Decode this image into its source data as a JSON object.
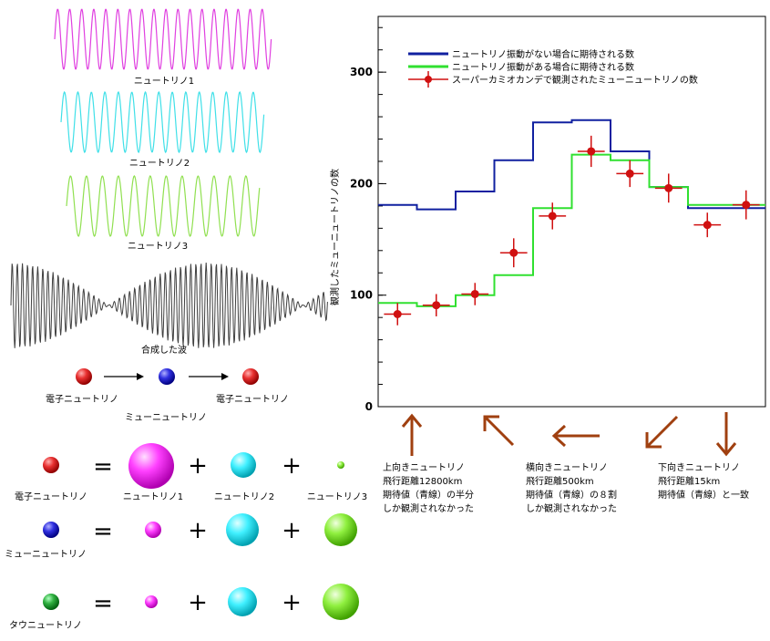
{
  "left": {
    "wave_labels": [
      "ニュートリノ1",
      "ニュートリノ2",
      "ニュートリノ3"
    ],
    "combined_label": "合成した波",
    "transition": {
      "start_label": "電子ニュートリノ",
      "end_label": "電子ニュートリノ",
      "middle_label": "ミューニュートリノ"
    },
    "equations": {
      "equals": "=",
      "plus": "+",
      "rows": [
        {
          "name": "電子ニュートリノ",
          "color": "#e02020",
          "weights": [
            1.0,
            0.55,
            0.12
          ]
        },
        {
          "name": "ミューニュートリノ",
          "color": "#2020c0",
          "weights": [
            0.22,
            0.7,
            0.68
          ]
        },
        {
          "name": "タウニュートリノ",
          "color": "#20a040",
          "weights": [
            0.18,
            0.62,
            0.82
          ]
        }
      ],
      "component_labels": [
        "ニュートリノ1",
        "ニュートリノ2",
        "ニュートリノ3"
      ],
      "component_colors": [
        "#ff20ff",
        "#20e0f0",
        "#80f020"
      ]
    }
  },
  "chart_data": {
    "type": "line",
    "ylabel": "観測したミューニュートリノの数",
    "ylim": [
      0,
      350
    ],
    "yticks": [
      0,
      100,
      200,
      300
    ],
    "xlim": [
      0,
      10
    ],
    "series": [
      {
        "name": "ニュートリノ振動がない場合に期待される数",
        "color": "#1020a0",
        "step_edges": [
          0,
          1,
          2,
          3,
          4,
          5,
          6,
          7,
          8,
          10
        ],
        "step_values": [
          181,
          177,
          193,
          221,
          255,
          257,
          229,
          197,
          178
        ]
      },
      {
        "name": "ニュートリノ振動がある場合に期待される数",
        "color": "#30e030",
        "step_edges": [
          0,
          1,
          2,
          3,
          4,
          5,
          6,
          7,
          8,
          10
        ],
        "step_values": [
          93,
          90,
          100,
          118,
          178,
          226,
          221,
          197,
          181
        ]
      },
      {
        "name": "スーパーカミオカンデで観測されたミューニュートリノの数",
        "color": "#d01010",
        "x": [
          0.5,
          1.5,
          2.5,
          3.5,
          4.5,
          5.5,
          6.5,
          7.5,
          8.5,
          9.5
        ],
        "y": [
          83,
          91,
          101,
          138,
          171,
          229,
          209,
          196,
          163,
          181
        ],
        "yerr": [
          10,
          10,
          10,
          13,
          12,
          14,
          12,
          13,
          11,
          13
        ]
      }
    ]
  },
  "annotations": [
    {
      "direction": "up",
      "lines": [
        "上向きニュートリノ",
        "飛行距離12800km",
        "期待値（青線）の半分",
        "しか観測されなかった"
      ]
    },
    {
      "direction": "diagonal-up",
      "lines": []
    },
    {
      "direction": "left",
      "lines": [
        "横向きニュートリノ",
        "飛行距離500km",
        "期待値（青線）の８割",
        "しか観測されなかった"
      ]
    },
    {
      "direction": "diagonal-down",
      "lines": []
    },
    {
      "direction": "down",
      "lines": [
        "下向きニュートリノ",
        "飛行距離15km",
        "期待値（青線）と一致"
      ]
    }
  ],
  "arrow_color": "#a04010"
}
